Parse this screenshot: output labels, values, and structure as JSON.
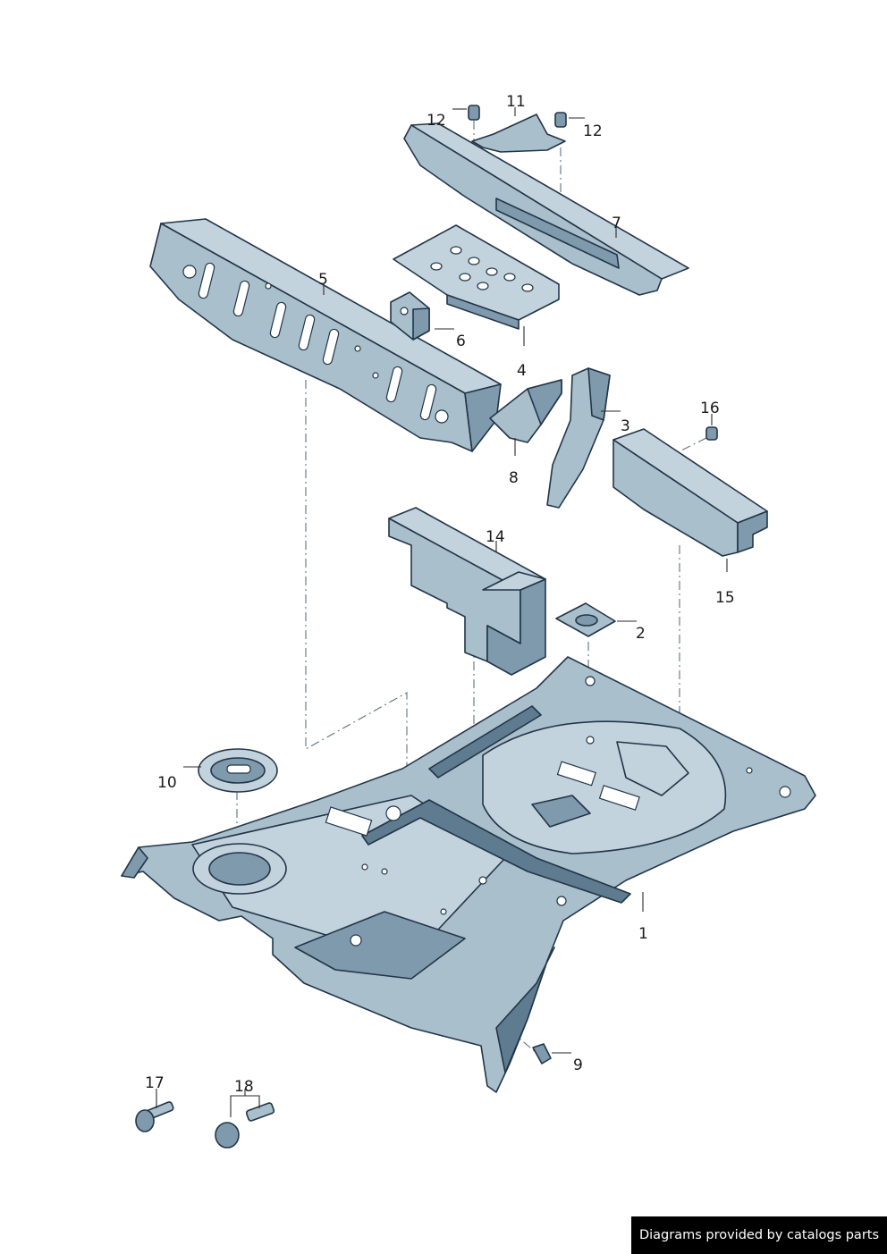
{
  "callouts": {
    "c1": "1",
    "c2": "2",
    "c3": "3",
    "c4": "4",
    "c5": "5",
    "c6": "6",
    "c7": "7",
    "c8": "8",
    "c9": "9",
    "c10": "10",
    "c11": "11",
    "c12a": "12",
    "c12b": "12",
    "c14": "14",
    "c15": "15",
    "c16": "16",
    "c17": "17",
    "c18": "18"
  },
  "credit": "Diagrams provided by catalogs parts",
  "colors": {
    "part_light": "#c3d3dd",
    "part_mid": "#a9bfcc",
    "part_dark": "#7f9aac",
    "outline": "#223548",
    "credit_bg": "#000000",
    "credit_text": "#ffffff"
  }
}
